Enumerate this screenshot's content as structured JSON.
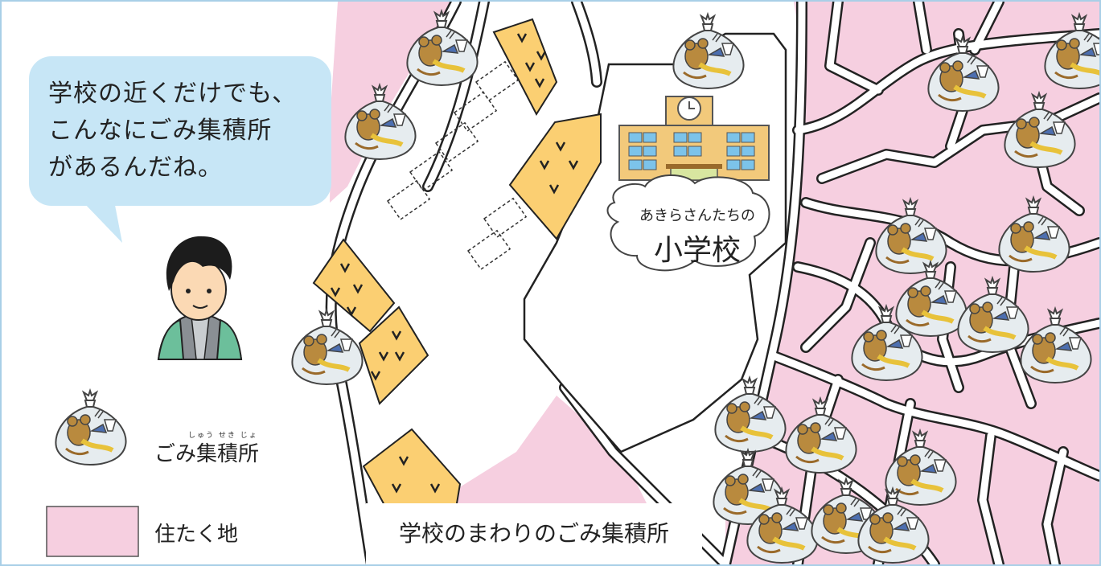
{
  "speech": {
    "lines": [
      "学校の近くだけでも、",
      "こんなにごみ集積所",
      "があるんだね。"
    ]
  },
  "school": {
    "sub_label": "あきらさんたちの",
    "name": "小学校"
  },
  "legend": {
    "garbage_label": "ごみ集積所",
    "garbage_ruby": "しゅう せき じょ",
    "residential_label": "住たく地"
  },
  "caption": "学校のまわりのごみ集積所",
  "colors": {
    "residential": "#f6cfe0",
    "field": "#fbcf72",
    "bubble": "#c7e6f6",
    "frame": "#a9cfe7"
  }
}
